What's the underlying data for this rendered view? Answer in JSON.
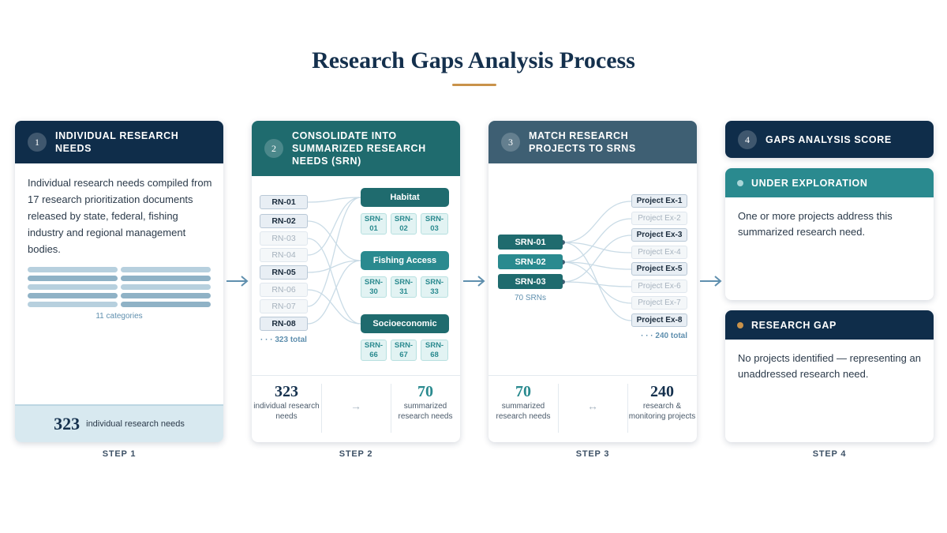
{
  "title": "Research Gaps Analysis Process",
  "colors": {
    "navy": "#0f2d4a",
    "teal": "#2a8a8f",
    "darkTeal": "#1f6b6e",
    "slate": "#3e5f73",
    "gold": "#c9924a"
  },
  "step1": {
    "number": "1",
    "title": "INDIVIDUAL RESEARCH NEEDS",
    "description": "Individual research needs compiled from 17 research prioritization documents released by state, federal, fishing industry and regional management bodies.",
    "categories_label": "11 categories",
    "footer_count": "323",
    "footer_label": "individual research needs",
    "step_label": "STEP 1"
  },
  "step2": {
    "number": "2",
    "title": "CONSOLIDATE INTO SUMMARIZED RESEARCH NEEDS (SRN)",
    "rns": [
      {
        "label": "RN-01",
        "active": true,
        "to": 0
      },
      {
        "label": "RN-02",
        "active": true,
        "to": 1
      },
      {
        "label": "RN-03",
        "active": false,
        "to": 2
      },
      {
        "label": "RN-04",
        "active": false,
        "to": 0
      },
      {
        "label": "RN-05",
        "active": true,
        "to": 1
      },
      {
        "label": "RN-06",
        "active": false,
        "to": 2
      },
      {
        "label": "RN-07",
        "active": false,
        "to": 0
      },
      {
        "label": "RN-08",
        "active": true,
        "to": 1
      }
    ],
    "rn_total": "· · · 323 total",
    "categories": [
      {
        "label": "Habitat",
        "srns": [
          "SRN-01",
          "SRN-02",
          "SRN-03"
        ]
      },
      {
        "label": "Fishing Access",
        "srns": [
          "SRN-30",
          "SRN-31",
          "SRN-33"
        ]
      },
      {
        "label": "Socioeconomic",
        "srns": [
          "SRN-66",
          "SRN-67",
          "SRN-68"
        ]
      }
    ],
    "stat_left": {
      "value": "323",
      "label": "individual research needs"
    },
    "stat_mid": "→",
    "stat_right": {
      "value": "70",
      "label": "summarized research needs"
    },
    "step_label": "STEP 2"
  },
  "step3": {
    "number": "3",
    "title": "MATCH RESEARCH PROJECTS TO SRNS",
    "srns": [
      {
        "label": "SRN-01",
        "to": [
          0,
          3,
          7
        ]
      },
      {
        "label": "SRN-02",
        "to": [
          1,
          4,
          6
        ]
      },
      {
        "label": "SRN-03",
        "to": [
          2,
          5
        ]
      }
    ],
    "srn_count": "70 SRNs",
    "projects": [
      {
        "label": "Project Ex-1",
        "active": true
      },
      {
        "label": "Project Ex-2",
        "active": false
      },
      {
        "label": "Project Ex-3",
        "active": true
      },
      {
        "label": "Project Ex-4",
        "active": false
      },
      {
        "label": "Project Ex-5",
        "active": true
      },
      {
        "label": "Project Ex-6",
        "active": false
      },
      {
        "label": "Project Ex-7",
        "active": false
      },
      {
        "label": "Project Ex-8",
        "active": true
      }
    ],
    "project_total": "· · · 240 total",
    "stat_left": {
      "value": "70",
      "label": "summarized research needs"
    },
    "stat_mid": "↔",
    "stat_right": {
      "value": "240",
      "label": "research & monitoring projects"
    },
    "step_label": "STEP 3"
  },
  "step4": {
    "number": "4",
    "title": "GAPS ANALYSIS SCORE",
    "under": {
      "title": "UNDER EXPLORATION",
      "text": "One or more projects address this summarized research need."
    },
    "gap": {
      "title": "RESEARCH GAP",
      "text": "No projects identified — representing an unaddressed research need."
    },
    "step_label": "STEP 4"
  }
}
